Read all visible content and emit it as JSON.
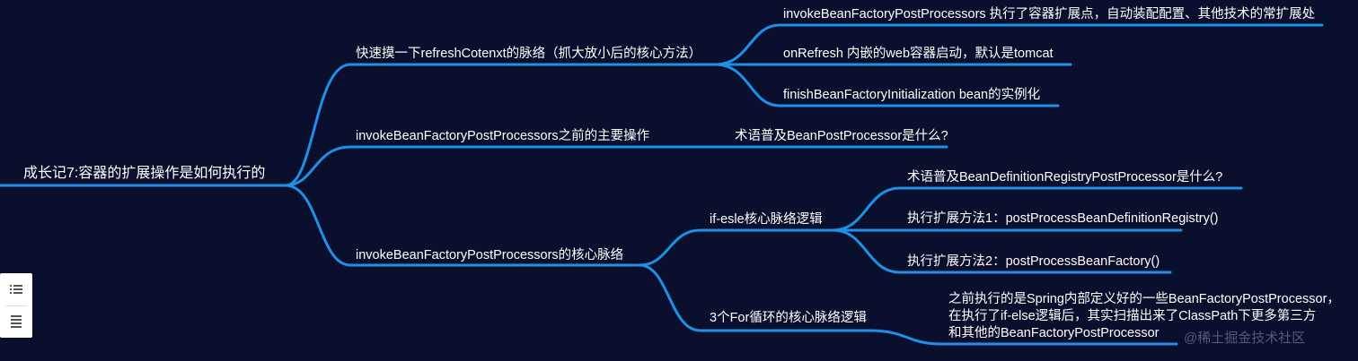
{
  "colors": {
    "background": "#0b0f2e",
    "branch": "#1e90e6",
    "text": "#ffffff",
    "watermark": "#56597a"
  },
  "root": {
    "label": "成长记7:容器的扩展操作是如何执行的"
  },
  "branches": {
    "quick_view": {
      "label": "快速摸一下refreshCotenxt的脉络（抓大放小后的核心方法）",
      "children": [
        "invokeBeanFactoryPostProcessors  执行了容器扩展点，自动装配配置、其他技术的常扩展处",
        "onRefresh  内嵌的web容器启动，默认是tomcat",
        "finishBeanFactoryInitialization bean的实例化"
      ]
    },
    "before_ops": {
      "label": "invokeBeanFactoryPostProcessors之前的主要操作",
      "children": [
        "术语普及BeanPostProcessor是什么?"
      ]
    },
    "core_context": {
      "label": "invokeBeanFactoryPostProcessors的核心脉络",
      "if_else": {
        "label": "if-esle核心脉络逻辑",
        "children": [
          "术语普及BeanDefinitionRegistryPostProcessor是什么?",
          "执行扩展方法1：postProcessBeanDefinitionRegistry()",
          "执行扩展方法2：postProcessBeanFactory()"
        ]
      },
      "for_loops": {
        "label": "3个For循环的核心脉络逻辑",
        "detail": "之前执行的是Spring内部定义好的一些BeanFactoryPostProcessor，\n在执行了if-else逻辑后，其实扫描出来了ClassPath下更多第三方\n和其他的BeanFactoryPostProcessor"
      }
    }
  },
  "toolbar": {
    "outline_icon": "list-icon",
    "menu_icon": "menu-icon"
  },
  "watermark": "@稀土掘金技术社区"
}
